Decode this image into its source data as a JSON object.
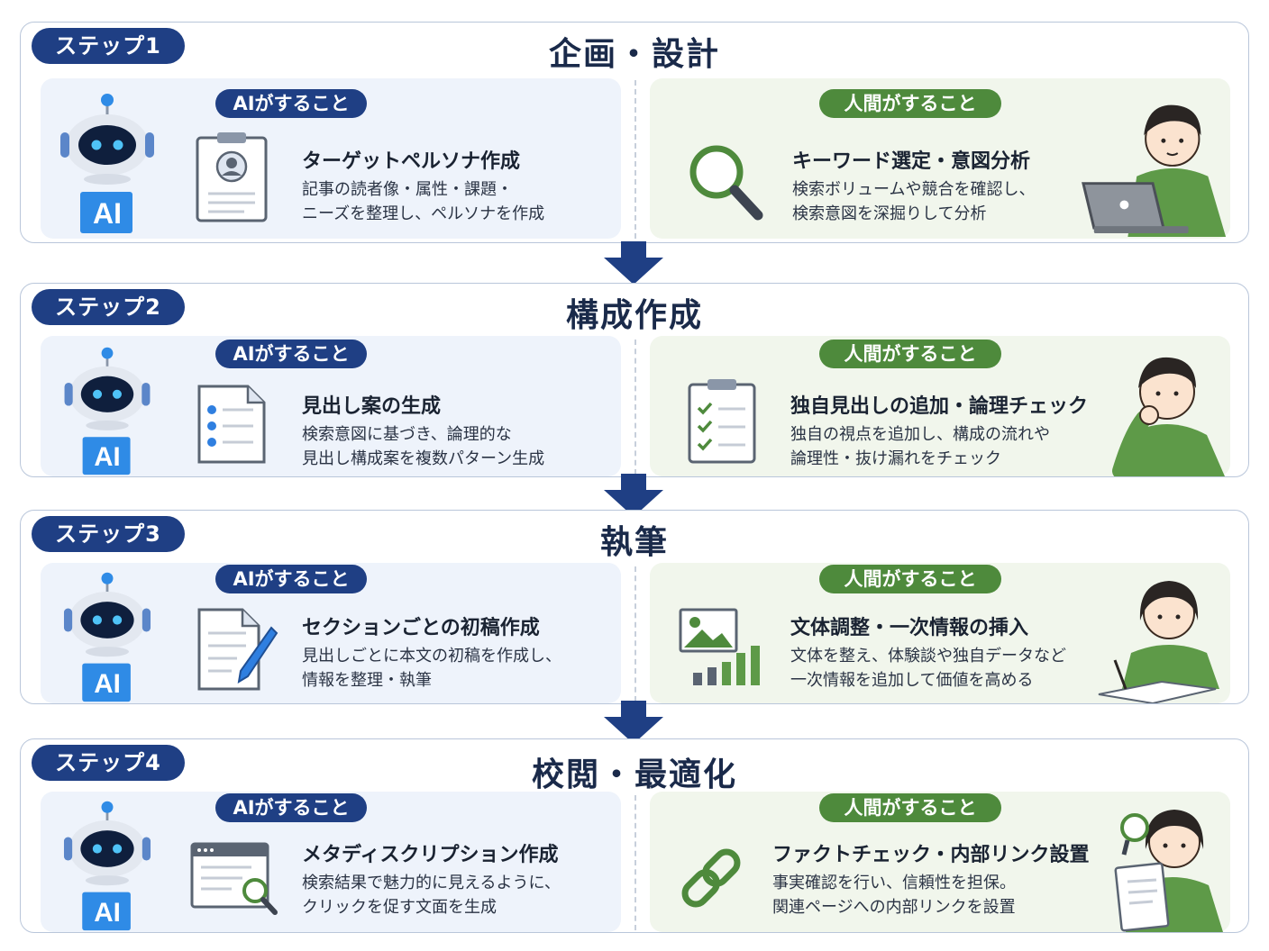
{
  "labels": {
    "ai_role": "AIがすること",
    "human_role": "人間がすること",
    "robot_text": "AI"
  },
  "colors": {
    "navy": "#1f3f84",
    "green": "#4e8a3c",
    "ai_bg": "#eef3fb",
    "human_bg": "#f1f6ec",
    "ai_blue": "#2f7fe0"
  },
  "steps": [
    {
      "badge": "ステップ1",
      "title": "企画・設計",
      "ai": {
        "icon": "profile-clipboard-icon",
        "title": "ターゲットペルソナ作成",
        "desc": [
          "記事の読者像・属性・課題・",
          "ニーズを整理し、ペルソナを作成"
        ]
      },
      "human": {
        "icon": "magnifier-icon",
        "title": "キーワード選定・意図分析",
        "desc": [
          "検索ボリュームや競合を確認し、",
          "検索意図を深掘りして分析"
        ]
      }
    },
    {
      "badge": "ステップ2",
      "title": "構成作成",
      "ai": {
        "icon": "bullet-list-document-icon",
        "title": "見出し案の生成",
        "desc": [
          "検索意図に基づき、論理的な",
          "見出し構成案を複数パターン生成"
        ]
      },
      "human": {
        "icon": "checklist-clipboard-icon",
        "title": "独自見出しの追加・論理チェック",
        "desc": [
          "独自の視点を追加し、構成の流れや",
          "論理性・抜け漏れをチェック"
        ]
      }
    },
    {
      "badge": "ステップ3",
      "title": "執筆",
      "ai": {
        "icon": "document-pen-icon",
        "title": "セクションごとの初稿作成",
        "desc": [
          "見出しごとに本文の初稿を作成し、",
          "情報を整理・執筆"
        ]
      },
      "human": {
        "icon": "image-chart-icon",
        "title": "文体調整・一次情報の挿入",
        "desc": [
          "文体を整え、体験談や独自データなど",
          "一次情報を追加して価値を高める"
        ]
      }
    },
    {
      "badge": "ステップ4",
      "title": "校閲・最適化",
      "ai": {
        "icon": "search-result-window-icon",
        "title": "メタディスクリプション作成",
        "desc": [
          "検索結果で魅力的に見えるように、",
          "クリックを促す文面を生成"
        ]
      },
      "human": {
        "icon": "chain-link-icon",
        "title": "ファクトチェック・内部リンク設置",
        "desc": [
          "事実確認を行い、信頼性を担保。",
          "関連ページへの内部リンクを設置"
        ]
      }
    }
  ]
}
